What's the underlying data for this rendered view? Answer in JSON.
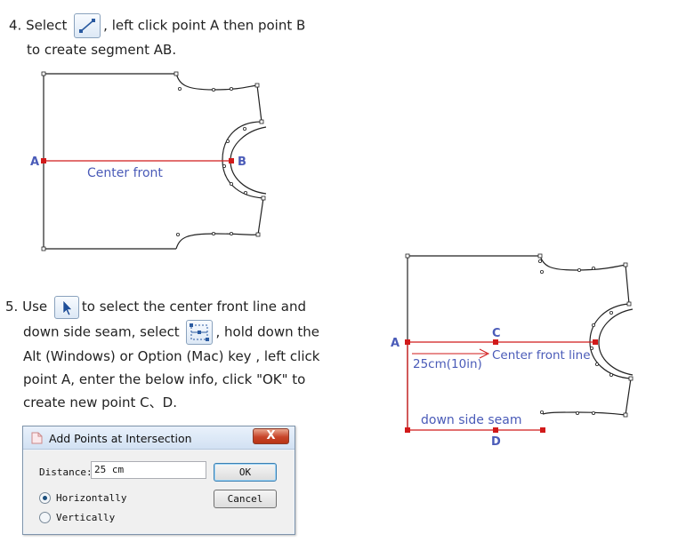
{
  "step4": {
    "number": "4.",
    "text_before": "Select",
    "text_after": ", left click point A then point B",
    "line2": "to create segment AB.",
    "tool_icon": "segment-tool-icon"
  },
  "figure1": {
    "label_a": "A",
    "label_b": "B",
    "line_label": "Center front"
  },
  "step5": {
    "number": "5.",
    "text_use": "Use",
    "text_after_pointer": "to select the center front line and",
    "line2_before": "down side seam, select",
    "line2_after": ", hold down the",
    "line3": "Alt (Windows) or Option (Mac) key , left click",
    "line4": "point A, enter the below info, click \"OK\" to",
    "line5": "create new point C、D.",
    "pointer_icon": "pointer-arrow-icon",
    "intersection_icon": "intersection-points-icon"
  },
  "dialog": {
    "title": "Add Points at Intersection",
    "close_label": "X",
    "distance_label": "Distance:",
    "distance_value": "25 cm",
    "ok_label": "OK",
    "cancel_label": "Cancel",
    "options": [
      {
        "label": "Horizontally",
        "checked": true
      },
      {
        "label": "Vertically",
        "checked": false
      }
    ]
  },
  "figure2": {
    "label_a": "A",
    "label_c": "C",
    "label_d": "D",
    "distance_label": "25cm(10in)",
    "center_label": "Center front line",
    "side_label": "down side seam"
  },
  "colors": {
    "annotation_blue": "#4a5bb8",
    "line_red": "#d11a1a"
  }
}
